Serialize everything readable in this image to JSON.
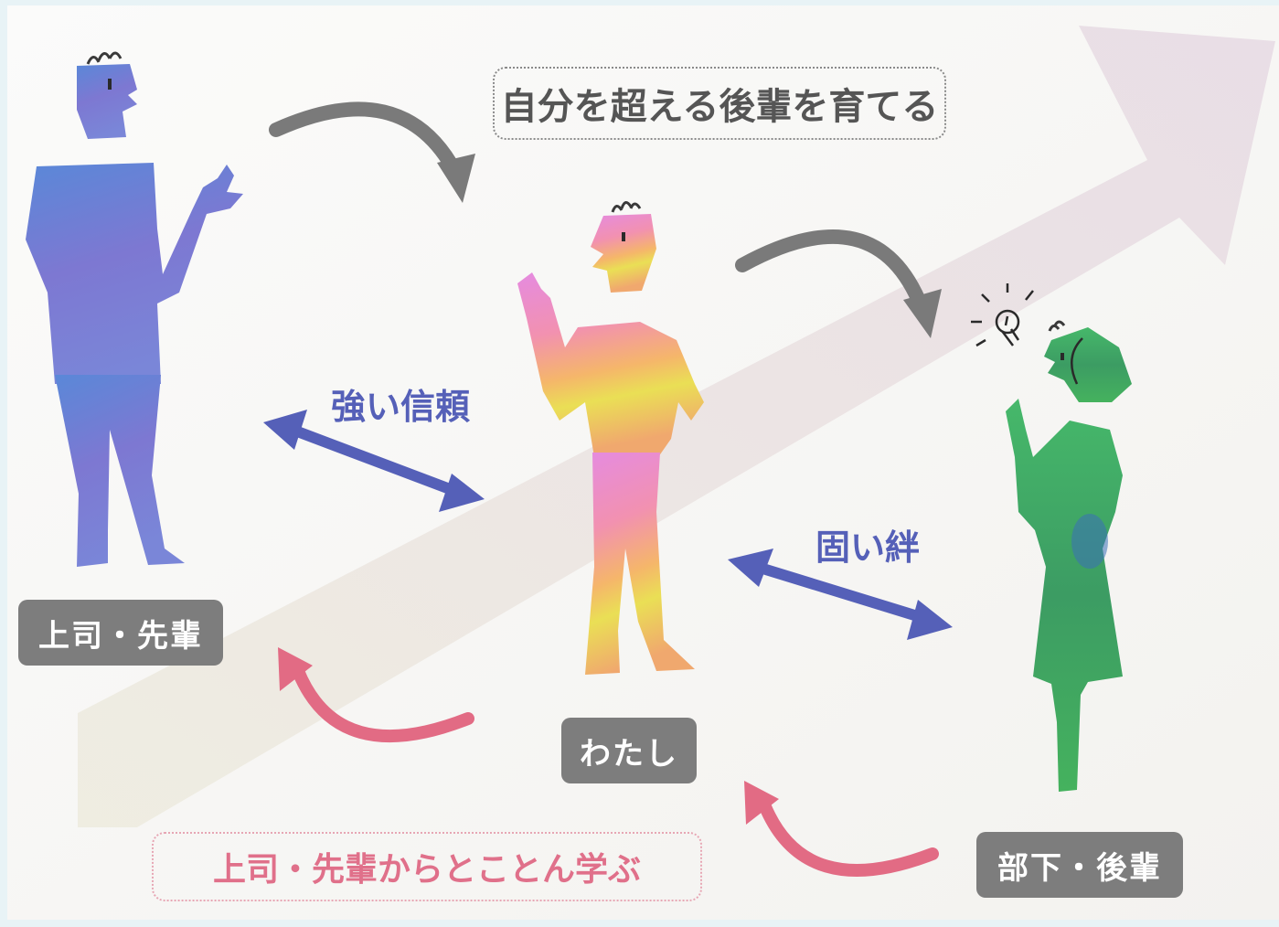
{
  "title": "自分を超える後輩を育てる",
  "bottom_caption": "上司・先輩からとことん学ぶ",
  "relations": {
    "upper": "強い信頼",
    "lower": "固い絆"
  },
  "people": {
    "boss": {
      "label": "上司・先輩",
      "color": "#6a7fd6"
    },
    "me": {
      "label": "わたし",
      "color": "#f08bbf"
    },
    "junior": {
      "label": "部下・後輩",
      "color": "#3fae5a"
    }
  },
  "colors": {
    "title_text": "#555555",
    "caption_text": "#e0708a",
    "relation_text": "#5560b8",
    "gray_arrow": "#7a7a7a",
    "pink_arrow": "#e26b84",
    "blue_arrow": "#5560b8",
    "growth_arrow": "#e6dde2",
    "label_bg": "#7d7d7d"
  },
  "icons": [
    "lightbulb-icon"
  ]
}
